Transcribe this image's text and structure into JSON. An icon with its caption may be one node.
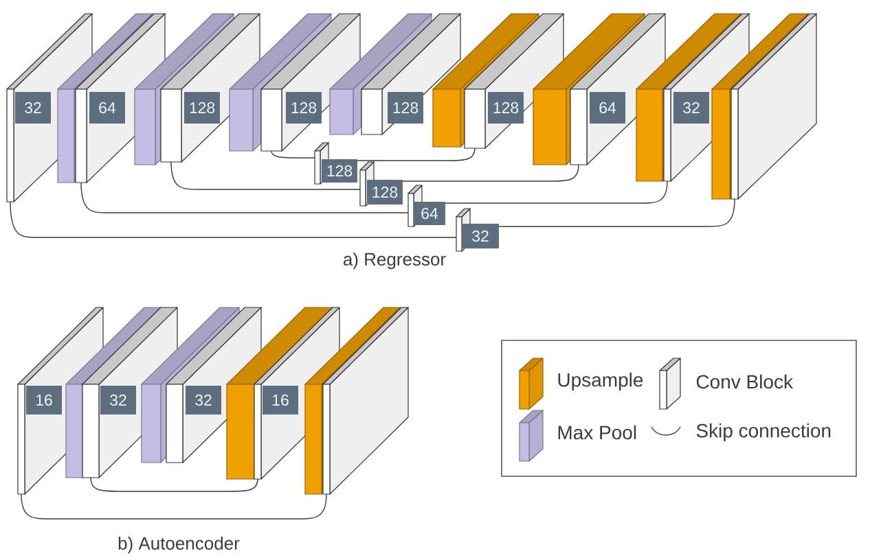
{
  "diagram": {
    "nodes": [
      {
        "text": [
          "32"
        ]
      },
      {
        "text": [],
        "shape": "box"
      },
      {
        "text": [
          "64"
        ]
      },
      {
        "text": [],
        "shape": "box"
      },
      {
        "text": [
          "128"
        ]
      },
      {
        "text": [],
        "shape": "box"
      },
      {
        "text": [
          "128"
        ]
      },
      {
        "text": [],
        "shape": "box"
      },
      {
        "text": [
          "128"
        ]
      },
      {
        "text": [],
        "shape": "box"
      },
      {
        "text": [
          "128"
        ]
      },
      {
        "text": [],
        "shape": "box"
      },
      {
        "text": [
          "64"
        ]
      },
      {
        "text": [],
        "shape": "box"
      },
      {
        "text": [
          "32"
        ]
      },
      {
        "text": [],
        "shape": "box"
      },
      {
        "text": [],
        "shape": "box"
      },
      {
        "text": [
          "128"
        ]
      },
      {
        "text": [
          "128"
        ]
      },
      {
        "text": [
          "64"
        ]
      },
      {
        "text": [
          "32"
        ]
      },
      {
        "text": [
          "16"
        ]
      },
      {
        "text": [],
        "shape": "box"
      },
      {
        "text": [
          "32"
        ]
      },
      {
        "text": [],
        "shape": "box"
      },
      {
        "text": [
          "32"
        ]
      },
      {
        "text": [],
        "shape": "box"
      },
      {
        "text": [
          "16"
        ]
      },
      {
        "text": [],
        "shape": "box"
      },
      {
        "text": [],
        "shape": "box"
      }
    ],
    "edges": [
      {
        "from": 6,
        "to": 17,
        "arrow": "none"
      },
      {
        "from": 17,
        "to": 10,
        "arrow": "none"
      },
      {
        "from": 4,
        "to": 18,
        "arrow": "none"
      },
      {
        "from": 18,
        "to": 12,
        "arrow": "none"
      },
      {
        "from": 2,
        "to": 19,
        "arrow": "none"
      },
      {
        "from": 19,
        "to": 14,
        "arrow": "none"
      },
      {
        "from": 0,
        "to": 20,
        "arrow": "none"
      },
      {
        "from": 20,
        "to": 16,
        "arrow": "none"
      },
      {
        "from": 23,
        "to": 27,
        "arrow": "none"
      },
      {
        "from": 21,
        "to": 29,
        "arrow": "none"
      }
    ],
    "labels": [
      "a) Regressor",
      "b) Autoencoder"
    ],
    "legend": [
      {
        "text": "Upsample",
        "color": "#f0a000"
      },
      {
        "text": "Conv Block"
      },
      {
        "text": "Max Pool",
        "color": "#c5bde3"
      },
      {
        "text": "Skip connection"
      }
    ]
  }
}
